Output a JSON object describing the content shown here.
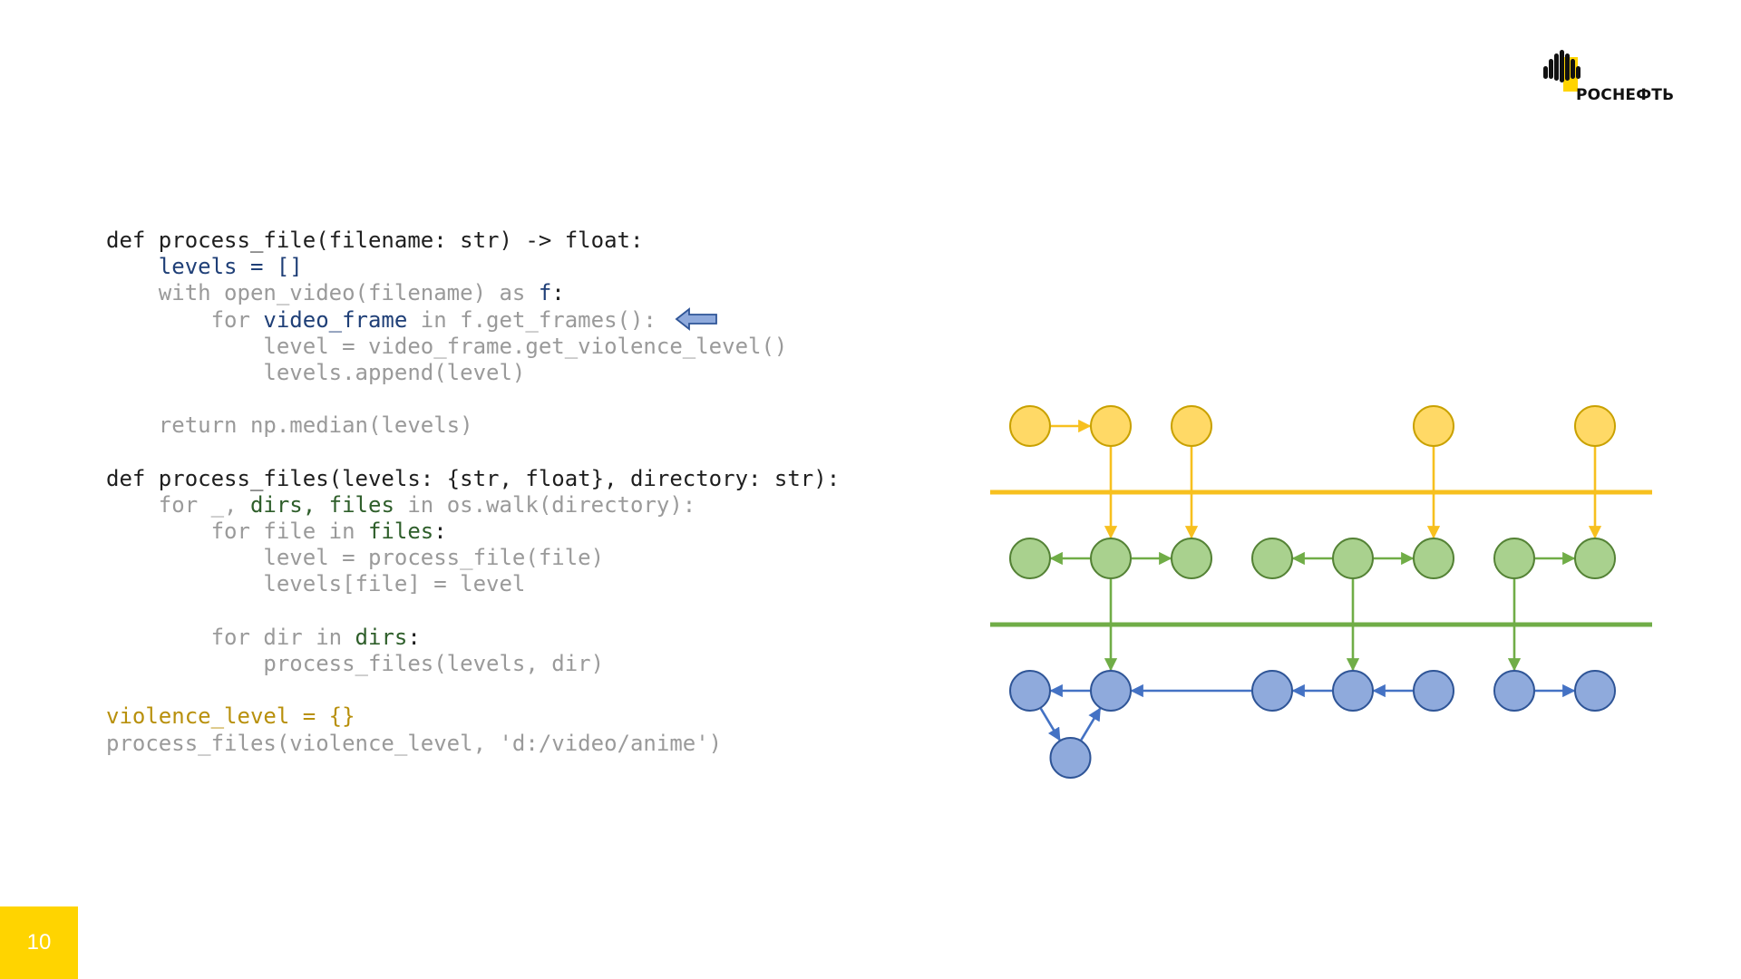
{
  "logo": {
    "text": "РОСНЕФТЬ"
  },
  "page_number": "10",
  "colors": {
    "yellow_fill": "#ffd966",
    "yellow_stroke": "#c9a100",
    "yellow_line": "#f7c01f",
    "green_fill": "#a9d18e",
    "green_stroke": "#548235",
    "green_line": "#70ad47",
    "blue_fill": "#8faadc",
    "blue_stroke": "#2f5597",
    "blue_line": "#4472c4"
  },
  "code": {
    "lines": [
      [
        {
          "t": "def process_file(filename: str) -> float:",
          "c": "dark"
        }
      ],
      [
        {
          "t": "    ",
          "c": "grey"
        },
        {
          "t": "levels = []",
          "c": "blue"
        }
      ],
      [
        {
          "t": "    with open_video(filename) as ",
          "c": "grey"
        },
        {
          "t": "f",
          "c": "blue"
        },
        {
          "t": ":",
          "c": "dark"
        }
      ],
      [
        {
          "t": "        for ",
          "c": "grey"
        },
        {
          "t": "video_frame",
          "c": "blue"
        },
        {
          "t": " in f.get_frames():",
          "c": "grey"
        }
      ],
      [
        {
          "t": "            level = video_frame.get_violence_level()",
          "c": "grey"
        }
      ],
      [
        {
          "t": "            levels.append(level)",
          "c": "grey"
        }
      ],
      [
        {
          "t": "",
          "c": "grey"
        }
      ],
      [
        {
          "t": "    return np.median(levels)",
          "c": "grey"
        }
      ],
      [
        {
          "t": "",
          "c": "grey"
        }
      ],
      [
        {
          "t": "def process_files(levels: {str, float}, directory: str):",
          "c": "dark"
        }
      ],
      [
        {
          "t": "    for _, ",
          "c": "grey"
        },
        {
          "t": "dirs, files",
          "c": "green"
        },
        {
          "t": " in os.walk(directory):",
          "c": "grey"
        }
      ],
      [
        {
          "t": "        for file in ",
          "c": "grey"
        },
        {
          "t": "files",
          "c": "green"
        },
        {
          "t": ":",
          "c": "dark"
        }
      ],
      [
        {
          "t": "            level = process_file(file)",
          "c": "grey"
        }
      ],
      [
        {
          "t": "            levels[file] = level",
          "c": "grey"
        }
      ],
      [
        {
          "t": "",
          "c": "grey"
        }
      ],
      [
        {
          "t": "        for dir in ",
          "c": "grey"
        },
        {
          "t": "dirs",
          "c": "green"
        },
        {
          "t": ":",
          "c": "dark"
        }
      ],
      [
        {
          "t": "            process_files(levels, dir)",
          "c": "grey"
        }
      ],
      [
        {
          "t": "",
          "c": "grey"
        }
      ],
      [
        {
          "t": "violence_level = {}",
          "c": "gold"
        }
      ],
      [
        {
          "t": "process_files(violence_level, 'd:/video/anime')",
          "c": "grey"
        }
      ]
    ]
  },
  "diagram": {
    "layers": [
      "yellow",
      "green",
      "blue"
    ],
    "nodes": [
      {
        "id": "y1",
        "layer": "yellow",
        "col": 1
      },
      {
        "id": "y2",
        "layer": "yellow",
        "col": 2
      },
      {
        "id": "y3",
        "layer": "yellow",
        "col": 3
      },
      {
        "id": "y4",
        "layer": "yellow",
        "col": 6
      },
      {
        "id": "y5",
        "layer": "yellow",
        "col": 8
      },
      {
        "id": "g1",
        "layer": "green",
        "col": 1
      },
      {
        "id": "g2",
        "layer": "green",
        "col": 2
      },
      {
        "id": "g3",
        "layer": "green",
        "col": 3
      },
      {
        "id": "g4",
        "layer": "green",
        "col": 4
      },
      {
        "id": "g5",
        "layer": "green",
        "col": 5
      },
      {
        "id": "g6",
        "layer": "green",
        "col": 6
      },
      {
        "id": "g7",
        "layer": "green",
        "col": 7
      },
      {
        "id": "g8",
        "layer": "green",
        "col": 8
      },
      {
        "id": "b1",
        "layer": "blue",
        "col": 1
      },
      {
        "id": "b2",
        "layer": "blue",
        "col": 2
      },
      {
        "id": "b3",
        "layer": "blue",
        "col": 4
      },
      {
        "id": "b4",
        "layer": "blue",
        "col": 5
      },
      {
        "id": "b5",
        "layer": "blue",
        "col": 6
      },
      {
        "id": "b6",
        "layer": "blue",
        "col": 7
      },
      {
        "id": "b7",
        "layer": "blue",
        "col": 8
      },
      {
        "id": "b8",
        "layer": "blue-low",
        "col": 1.5
      }
    ],
    "edges": [
      {
        "from": "y1",
        "to": "y2",
        "color": "yellow"
      },
      {
        "from": "y2",
        "to": "g2",
        "color": "yellow"
      },
      {
        "from": "y3",
        "to": "g3",
        "color": "yellow"
      },
      {
        "from": "y4",
        "to": "g6",
        "color": "yellow"
      },
      {
        "from": "y5",
        "to": "g8",
        "color": "yellow"
      },
      {
        "from": "g2",
        "to": "g1",
        "color": "green"
      },
      {
        "from": "g2",
        "to": "g3",
        "color": "green"
      },
      {
        "from": "g5",
        "to": "g4",
        "color": "green"
      },
      {
        "from": "g5",
        "to": "g6",
        "color": "green"
      },
      {
        "from": "g7",
        "to": "g8",
        "color": "green"
      },
      {
        "from": "g2",
        "to": "b2",
        "color": "green"
      },
      {
        "from": "g5",
        "to": "b4",
        "color": "green"
      },
      {
        "from": "g7",
        "to": "b6",
        "color": "green"
      },
      {
        "from": "b2",
        "to": "b1",
        "color": "blue"
      },
      {
        "from": "b3",
        "to": "b2",
        "color": "blue"
      },
      {
        "from": "b4",
        "to": "b3",
        "color": "blue"
      },
      {
        "from": "b5",
        "to": "b4",
        "color": "blue"
      },
      {
        "from": "b6",
        "to": "b7",
        "color": "blue"
      },
      {
        "from": "b1",
        "to": "b8",
        "color": "blue"
      },
      {
        "from": "b8",
        "to": "b2",
        "color": "blue"
      }
    ]
  }
}
